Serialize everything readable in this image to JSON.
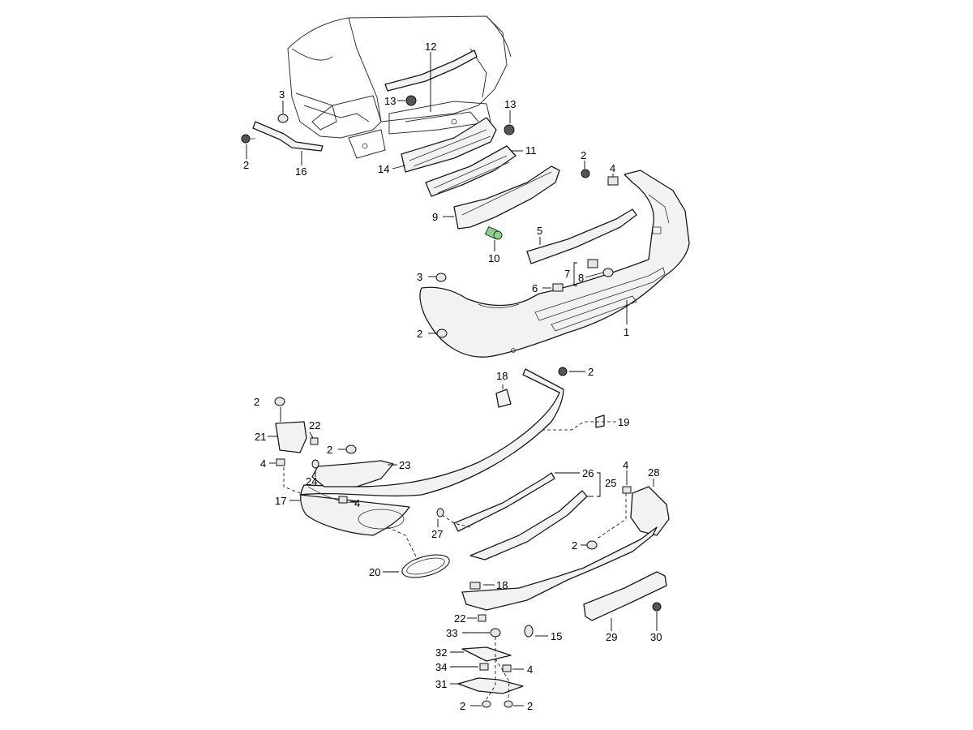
{
  "diagram": {
    "part_numbers": {
      "p1": "1",
      "p2": "2",
      "p3": "3",
      "p4": "4",
      "p5": "5",
      "p6": "6",
      "p7": "7",
      "p8": "8",
      "p9": "9",
      "p10": "10",
      "p11": "11",
      "p12": "12",
      "p13": "13",
      "p14": "14",
      "p15": "15",
      "p16": "16",
      "p17": "17",
      "p18": "18",
      "p19": "19",
      "p20": "20",
      "p21": "21",
      "p22": "22",
      "p23": "23",
      "p24": "24",
      "p25": "25",
      "p26": "26",
      "p27": "27",
      "p28": "28",
      "p29": "29",
      "p30": "30",
      "p31": "31",
      "p32": "32",
      "p33": "33",
      "p34": "34"
    },
    "colors": {
      "line": "#1a1a1a",
      "part_fill": "#f2f2f2",
      "highlight_bolt": "#8fd08f",
      "background": "#ffffff"
    }
  }
}
